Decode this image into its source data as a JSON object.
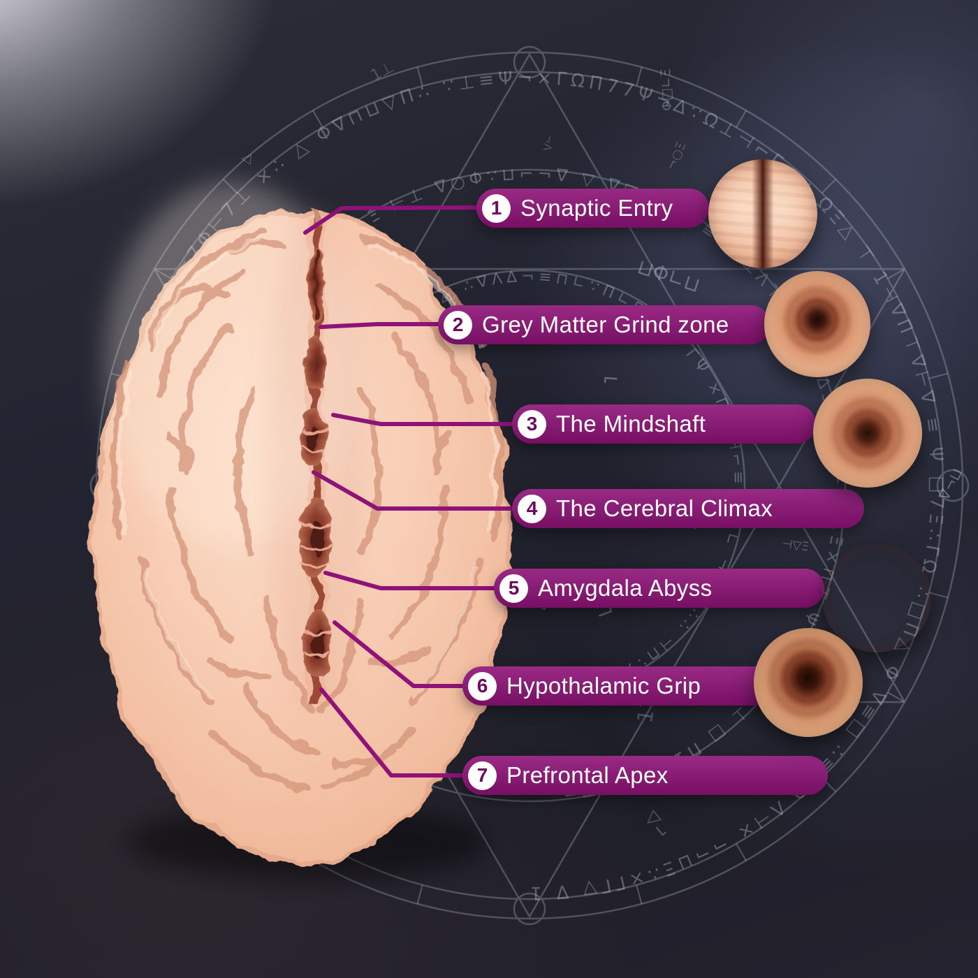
{
  "callouts": [
    {
      "number": "1",
      "label": "Synaptic Entry"
    },
    {
      "number": "2",
      "label": "Grey Matter Grind zone"
    },
    {
      "number": "3",
      "label": "The Mindshaft"
    },
    {
      "number": "4",
      "label": "The Cerebral Climax"
    },
    {
      "number": "5",
      "label": "Amygdala Abyss"
    },
    {
      "number": "6",
      "label": "Hypothalamic Grip"
    },
    {
      "number": "7",
      "label": "Prefrontal Apex"
    }
  ],
  "colors": {
    "accent": "#8E1277",
    "badge_number": "#6E0B5C",
    "label_text": "#FFFFFF"
  }
}
